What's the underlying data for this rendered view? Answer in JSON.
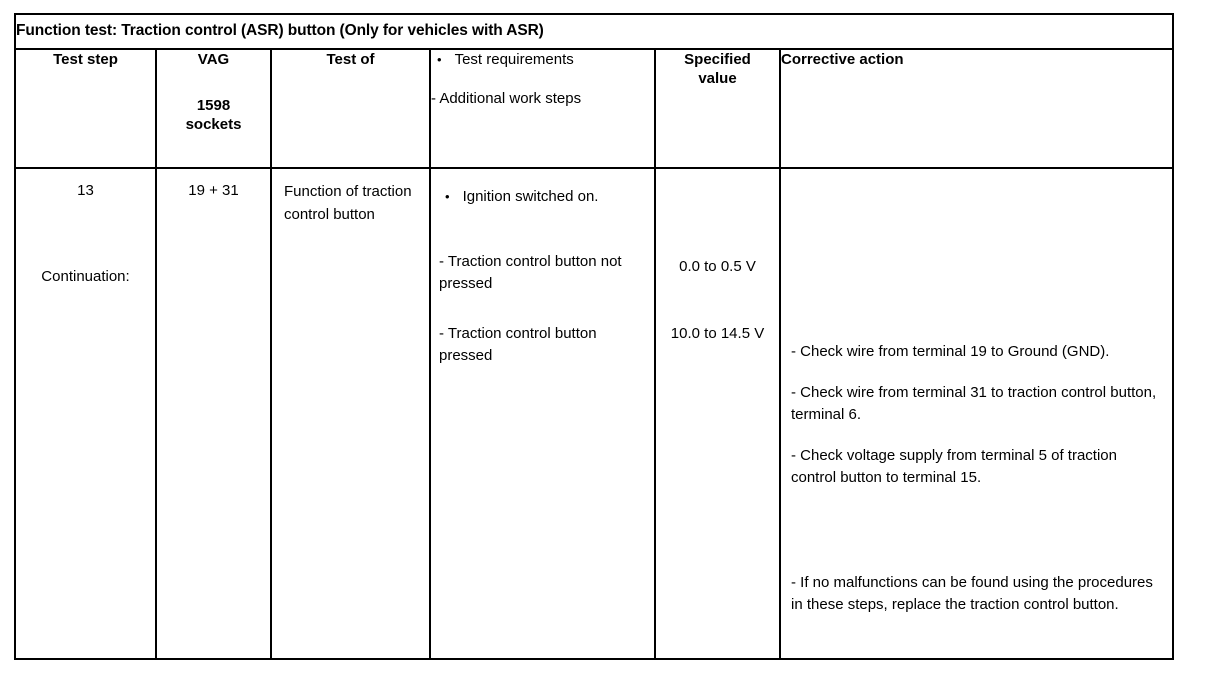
{
  "table": {
    "title": "Function test: Traction control (ASR) button (Only for vehicles with ASR)",
    "columns": {
      "test_step": "Test step",
      "vag_line1": "VAG",
      "vag_line2": "1598",
      "vag_line3": "sockets",
      "test_of": "Test of",
      "requirements_bullet": "Test requirements",
      "requirements_dash": "- Additional work steps",
      "specified_value_line1": "Specified",
      "specified_value_line2": "value",
      "corrective_action": "Corrective action"
    },
    "row": {
      "test_step_number": "13",
      "test_step_note": "Continuation:",
      "vag_sockets": "19 + 31",
      "test_of": "Function of traction control button",
      "requirements": [
        "Ignition switched on.",
        "- Traction control button not pressed",
        "- Traction control button pressed"
      ],
      "specified_values": [
        "0.0 to 0.5 V",
        "10.0 to 14.5 V"
      ],
      "corrective_actions": [
        "- Check wire from terminal 19 to Ground (GND).",
        "- Check wire from terminal 31 to traction control button, terminal 6.",
        "- Check voltage supply from terminal 5 of traction control button to terminal 15.",
        "- If no malfunctions can be found using the procedures in these steps, replace the traction control button."
      ]
    },
    "glyphs": {
      "bullet": "•"
    },
    "colors": {
      "border": "#000000",
      "text": "#000000",
      "background": "#ffffff"
    }
  }
}
